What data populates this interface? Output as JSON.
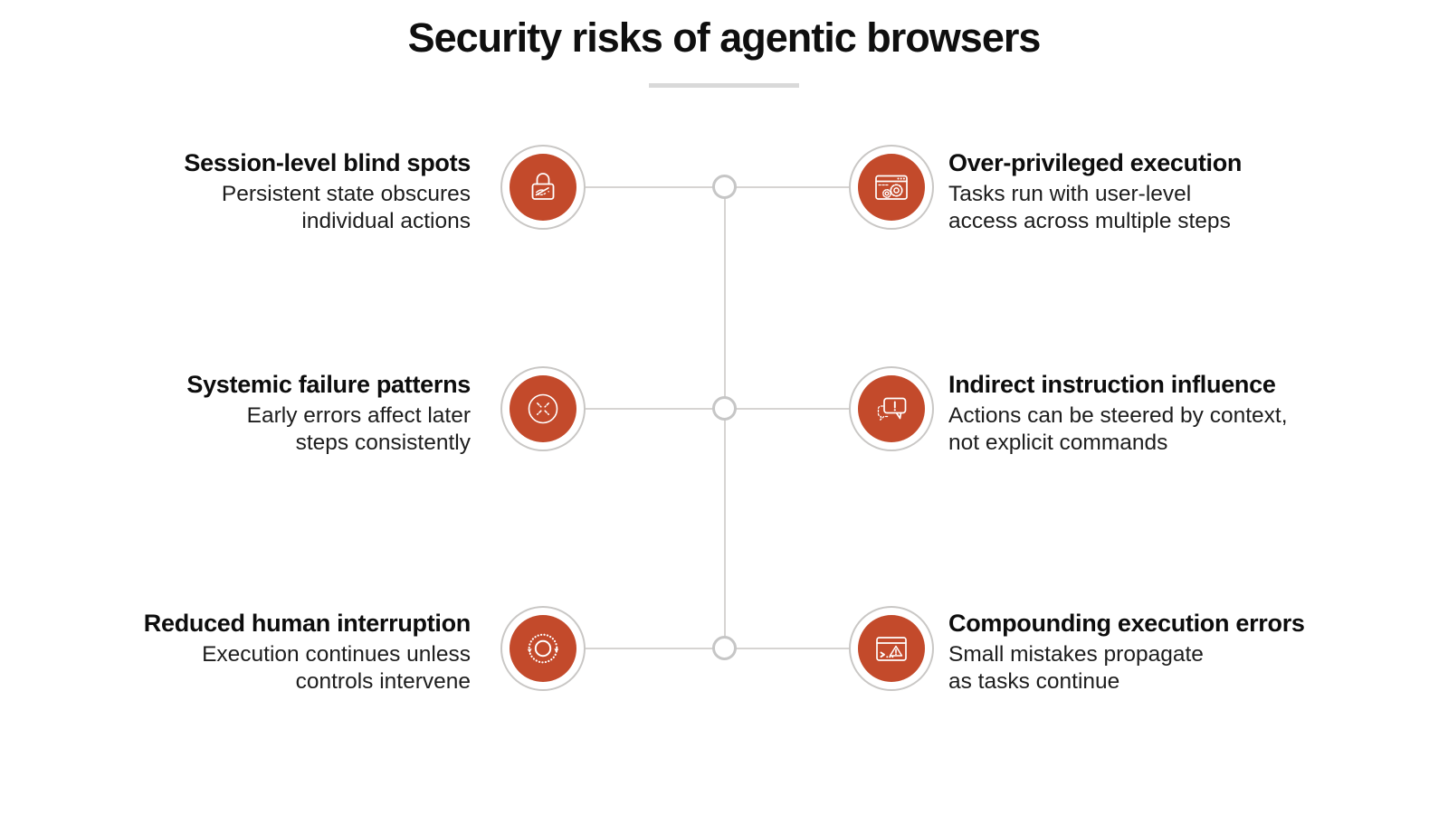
{
  "title": "Security risks of agentic browsers",
  "colors": {
    "accent": "#C34A2B",
    "ring": "#C9C7C5",
    "line": "#D6D4D2",
    "node_stroke": "#C6C6C6"
  },
  "items": [
    {
      "heading": "Session-level blind spots",
      "body": [
        "Persistent state obscures",
        "individual actions"
      ],
      "icon": "lock-hidden-eye-icon",
      "side": "left",
      "row": 1
    },
    {
      "heading": "Over-privileged execution",
      "body": [
        "Tasks run with user-level",
        "access across multiple steps"
      ],
      "icon": "browser-gears-icon",
      "side": "right",
      "row": 1
    },
    {
      "heading": "Systemic failure patterns",
      "body": [
        "Early errors affect later",
        "steps consistently"
      ],
      "icon": "circle-cross-icon",
      "side": "left",
      "row": 2
    },
    {
      "heading": "Indirect instruction influence",
      "body": [
        "Actions can be steered by context,",
        "not explicit commands"
      ],
      "icon": "chat-alert-icon",
      "side": "right",
      "row": 2
    },
    {
      "heading": "Reduced human interruption",
      "body": [
        "Execution continues unless",
        "controls intervene"
      ],
      "icon": "loop-arrows-icon",
      "side": "left",
      "row": 3
    },
    {
      "heading": "Compounding execution errors",
      "body": [
        "Small mistakes propagate",
        "as tasks continue"
      ],
      "icon": "terminal-warning-icon",
      "side": "right",
      "row": 3
    }
  ]
}
